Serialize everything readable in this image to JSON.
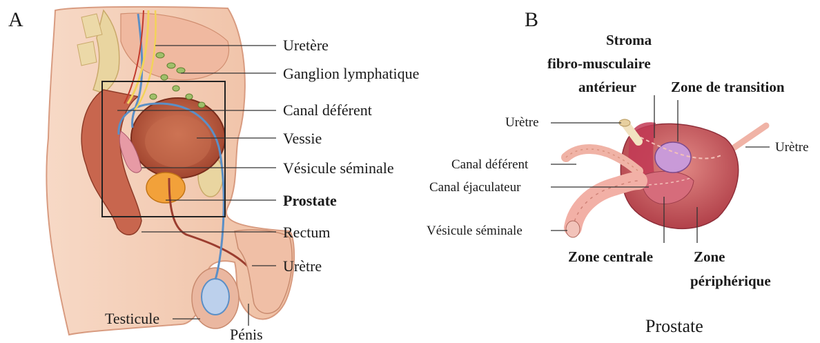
{
  "panel_a": {
    "letter": "A",
    "labels": {
      "uretere": "Uretère",
      "ganglion": "Ganglion lymphatique",
      "canal_deferent": "Canal déférent",
      "vessie": "Vessie",
      "vesicule": "Vésicule séminale",
      "prostate": "Prostate",
      "rectum": "Rectum",
      "uretre": "Urètre",
      "testicule": "Testicule",
      "penis": "Pénis"
    }
  },
  "panel_b": {
    "letter": "B",
    "title": "Prostate",
    "labels": {
      "stroma_1": "Stroma",
      "stroma_2": "fibro-musculaire",
      "stroma_3": "antérieur",
      "zone_transition": "Zone de transition",
      "uretre_left": "Urètre",
      "uretre_right": "Urètre",
      "canal_deferent": "Canal déférent",
      "canal_ejaculateur": "Canal éjaculateur",
      "vesicule": "Vésicule séminale",
      "zone_centrale": "Zone centrale",
      "zone_periph_1": "Zone",
      "zone_periph_2": "périphérique"
    }
  },
  "colors": {
    "skin": "#f3c9b0",
    "skin_dark": "#e4a88c",
    "muscle": "#c8664e",
    "bladder": "#b9573c",
    "prostate": "#f2a13a",
    "vessel_blue": "#5b8fc6",
    "nerve_yellow": "#f2d35a",
    "bone": "#e9d5a0",
    "gland_pink": "#e79aa5",
    "zone_purple": "#c99ad8"
  }
}
